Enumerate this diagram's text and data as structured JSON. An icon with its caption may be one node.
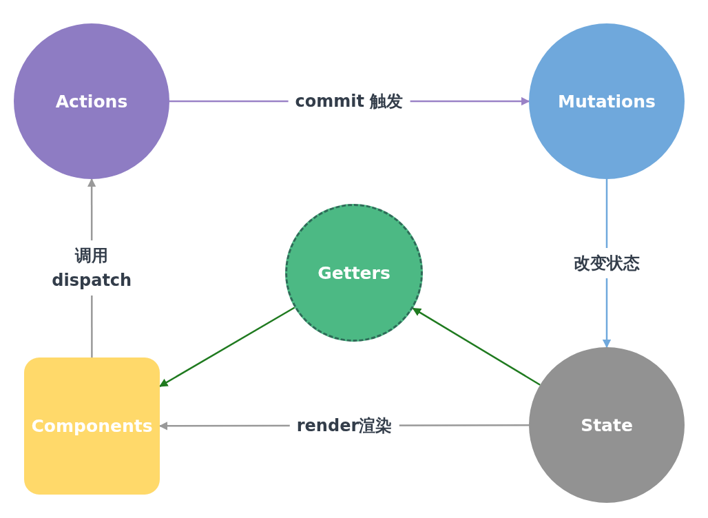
{
  "diagram": {
    "nodes": [
      {
        "text": [
          "Actions"
        ]
      },
      {
        "text": [
          "Mutations"
        ]
      },
      {
        "text": [
          "Getters"
        ]
      },
      {
        "text": [
          "Components"
        ]
      },
      {
        "text": [
          "State"
        ]
      }
    ],
    "edges": [
      {
        "from": 0,
        "to": 1,
        "arrow": "to",
        "label": "commit 触发",
        "color": "#9a82c6"
      },
      {
        "from": 1,
        "to": 4,
        "arrow": "to",
        "label": "改变状态",
        "color": "#6fa8dc"
      },
      {
        "from": 4,
        "to": 2,
        "arrow": "to",
        "color": "#1f7a1f"
      },
      {
        "from": 2,
        "to": 3,
        "arrow": "to",
        "color": "#1f7a1f"
      },
      {
        "from": 4,
        "to": 3,
        "arrow": "to",
        "label": "render渲染",
        "color": "#999999"
      },
      {
        "from": 3,
        "to": 0,
        "arrow": "to",
        "label": "调用 dispatch",
        "color": "#999999"
      }
    ]
  }
}
